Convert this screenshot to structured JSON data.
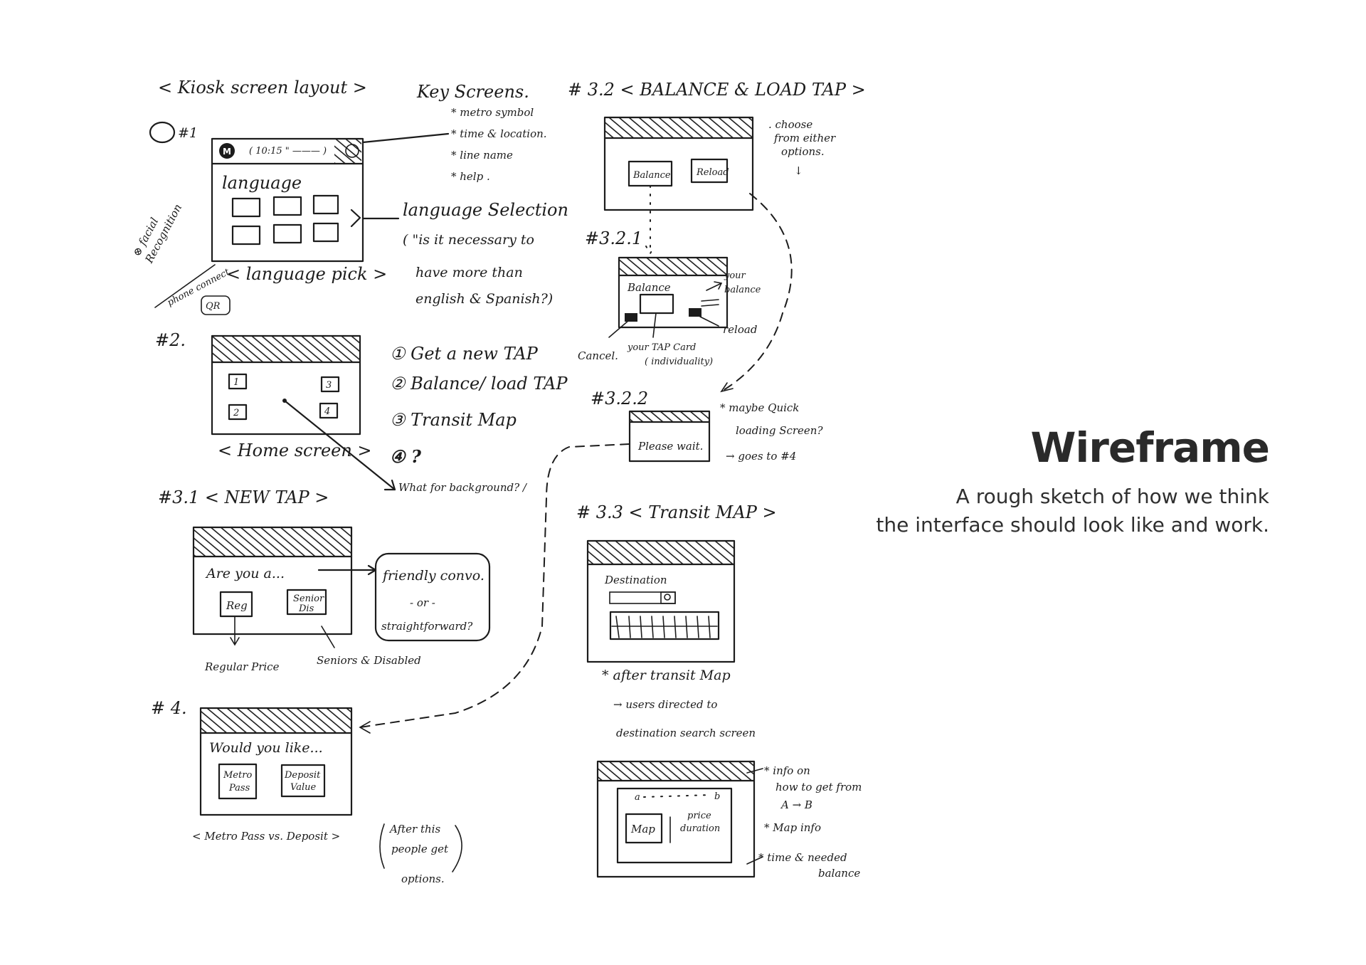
{
  "title": "Wireframe",
  "subtitle_lines": [
    "A rough sketch of how we think",
    "the interface should look like and work."
  ],
  "sketch_notes": {
    "layout_heading": "< Kiosk screen layout >",
    "key_screens": "Key Screens.",
    "key_list": [
      "* metro symbol",
      "* time & location.",
      "* line name",
      "* help ."
    ],
    "s1_label": "#1",
    "s1_time": "( 10:15 \" ——— )",
    "s1_language": "language",
    "s1_caption": "< language pick >",
    "language_selection": "language Selection",
    "language_note": [
      "( \"is it necessary to",
      "have more than",
      "english & Spanish?)"
    ],
    "side_notes": [
      "⊗ facial",
      "Recognition",
      "phone connect",
      "QR"
    ],
    "s2_label": "#2.",
    "home_caption": "< Home screen >",
    "home_options": [
      "①  Get a new TAP",
      "②  Balance/ load TAP",
      "③  Transit Map",
      "④  ?"
    ],
    "what_for_background": "What for background? /",
    "s31_label": "#3.1 < NEW TAP >",
    "are_you": "Are you a...",
    "reg_button": "Reg",
    "senior_button": [
      "Senior",
      "Dis"
    ],
    "friendly_box": [
      "friendly  convo.",
      "- or -",
      "straightforward?"
    ],
    "regular_price": "Regular Price",
    "seniors_disabled": "Seniors & Disabled",
    "s4_label": "# 4.",
    "would_you": "Would you like...",
    "metro_pass": [
      "Metro",
      "Pass"
    ],
    "deposit_value": [
      "Deposit",
      "Value"
    ],
    "s4_caption": "< Metro Pass  vs.  Deposit >",
    "after_this": [
      "After this",
      "people get",
      "options."
    ],
    "s32_label": "# 3.2 < BALANCE & LOAD TAP >",
    "balance_btn": "Balance",
    "reload_btn": "Reload",
    "choose_note": [
      ". choose",
      "from either",
      "options.",
      "↓"
    ],
    "s321_label": "#3.2.1",
    "balance_text": "Balance",
    "your_balance": [
      "your",
      "balance"
    ],
    "reload_note": "reload",
    "cancel_note": "Cancel.",
    "tap_card_note": [
      "your TAP Card",
      "( individuality)"
    ],
    "s322_label": "#3.2.2",
    "please_wait": "Please wait.",
    "quick_loading": [
      "* maybe Quick",
      "loading Screen?",
      "→ goes to #4"
    ],
    "s33_label": "# 3.3 < Transit MAP >",
    "destination": "Destination",
    "after_transit": [
      "* after  transit Map",
      "→ users directed to",
      "destination search screen"
    ],
    "map_btn": "Map",
    "price_duration": [
      "price",
      "duration"
    ],
    "route_ab": [
      "a",
      "b"
    ],
    "info_notes": [
      "* info on",
      "how to get from",
      "A → B",
      "* Map info",
      "* time & needed",
      "balance"
    ]
  }
}
